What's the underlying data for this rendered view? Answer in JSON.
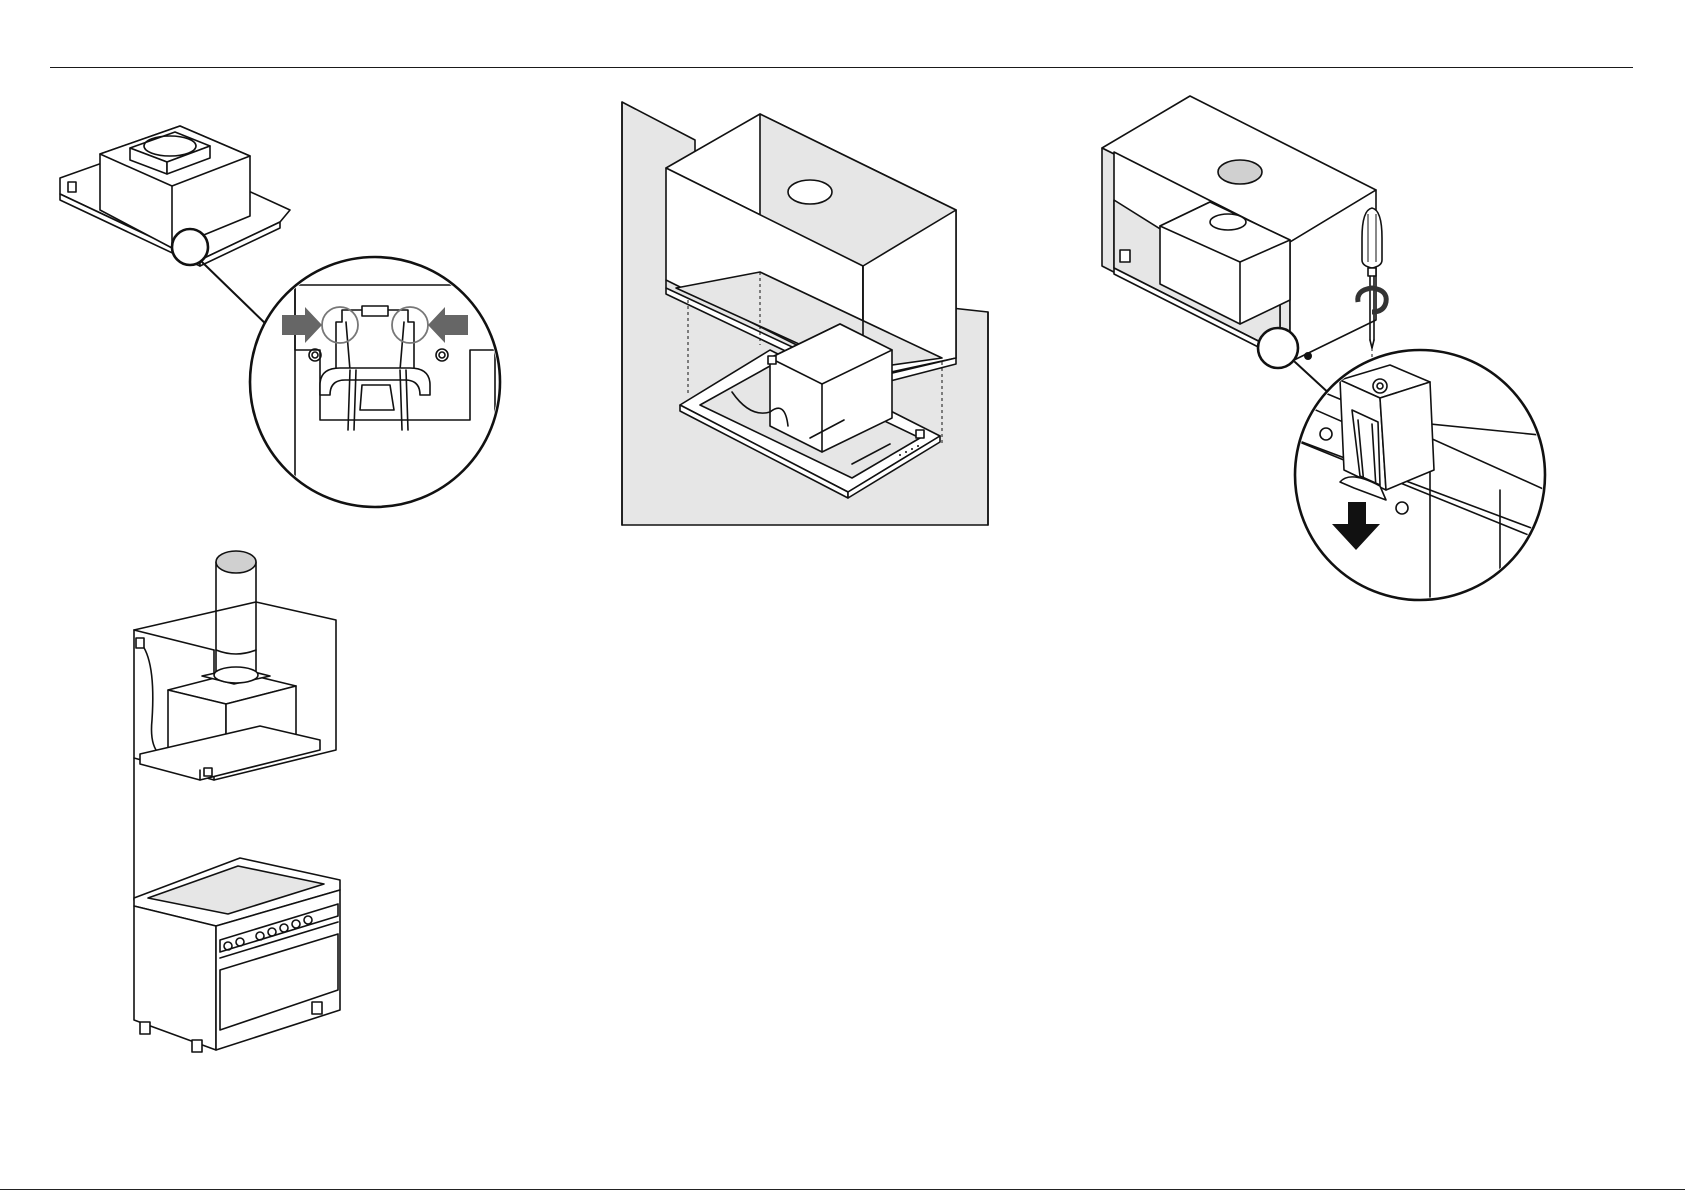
{
  "page": {
    "background": "#ffffff",
    "line_color": "#111111",
    "shade_color": "#e6e6e6"
  },
  "figures": [
    {
      "name": "rangehood-insert-clip-detail",
      "icons": [
        "arrow-right-icon",
        "arrow-left-icon",
        "zoom-circle-icon"
      ]
    },
    {
      "name": "cabinet-insert-installation"
    },
    {
      "name": "cabinet-screw-fix-detail",
      "icons": [
        "screwdriver-icon",
        "rotate-arrow-icon",
        "arrow-down-icon",
        "zoom-circle-icon"
      ]
    },
    {
      "name": "rangehood-duct-and-range-assembly"
    }
  ]
}
